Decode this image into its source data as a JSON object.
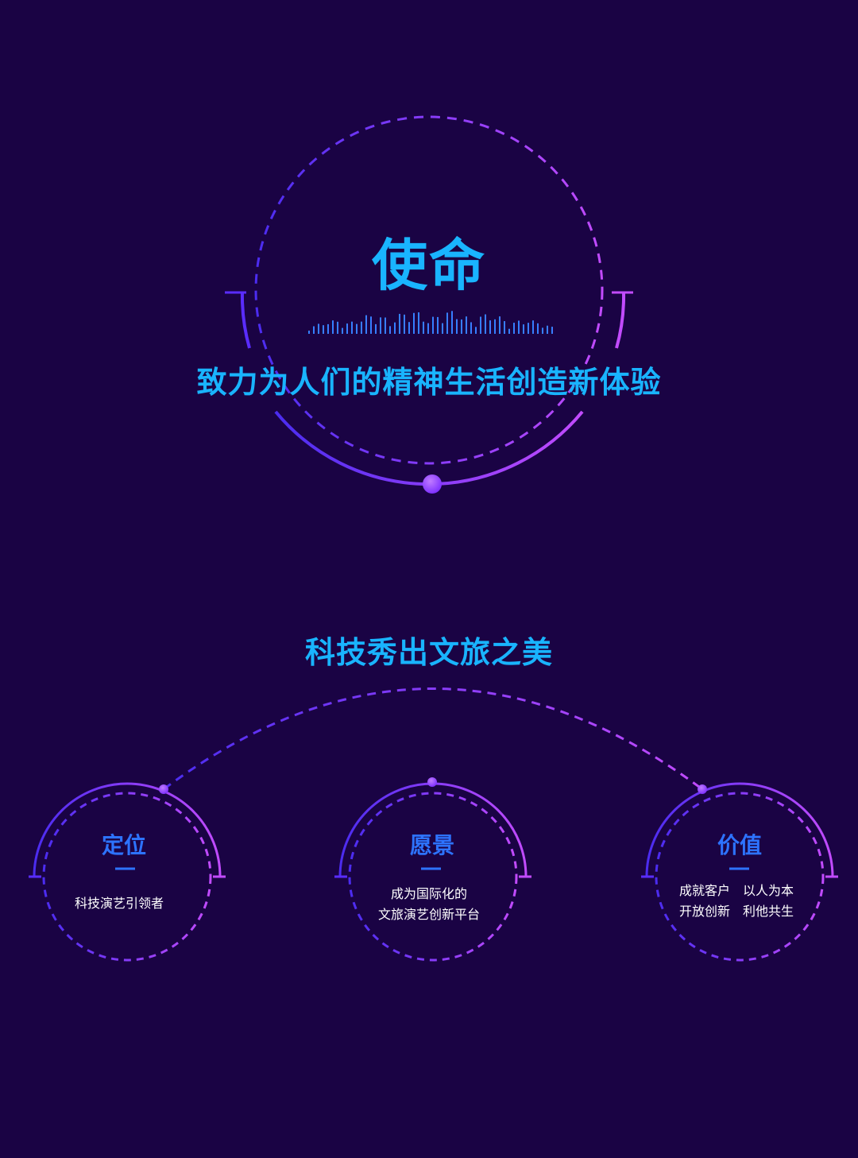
{
  "mission": {
    "title": "使命",
    "text": "致力为人们的精神生活创造新体验"
  },
  "slogan": "科技秀出文旅之美",
  "nodes": [
    {
      "title": "定位",
      "lines": [
        "科技演艺引领者"
      ]
    },
    {
      "title": "愿景",
      "lines": [
        "成为国际化的",
        "文旅演艺创新平台"
      ]
    },
    {
      "title": "价值",
      "lines": [
        "成就客户　以人为本",
        "开放创新　利他共生"
      ]
    }
  ],
  "colors": {
    "background": "#1a0344",
    "text_accent": "#19b4ff",
    "node_title": "#2d73ff",
    "ring_start": "#5a2cff",
    "ring_end": "#c24bff"
  }
}
